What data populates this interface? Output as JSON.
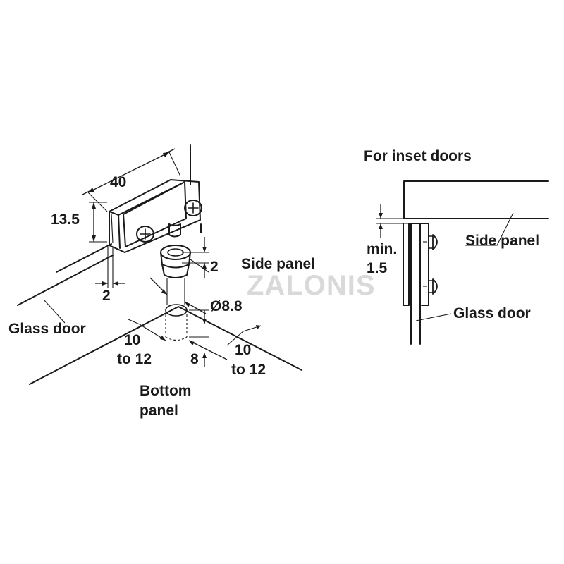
{
  "watermark": "ZALONIS",
  "left_view": {
    "dim_width": "40",
    "dim_height": "13.5",
    "dim_gap": "2",
    "side_panel": "Side panel",
    "dim_bush_top": "2",
    "dim_diameter": "Ø8.8",
    "glass_door": "Glass door",
    "dim_depth": "8",
    "dim_left_offset_1": "10",
    "dim_left_offset_2": "to 12",
    "dim_right_offset_1": "10",
    "dim_right_offset_2": "to 12",
    "bottom_panel_1": "Bottom",
    "bottom_panel_2": "panel"
  },
  "right_view": {
    "title": "For inset doors",
    "side_panel": "Side panel",
    "min_1": "min.",
    "min_2": "1.5",
    "glass_door": "Glass door"
  }
}
